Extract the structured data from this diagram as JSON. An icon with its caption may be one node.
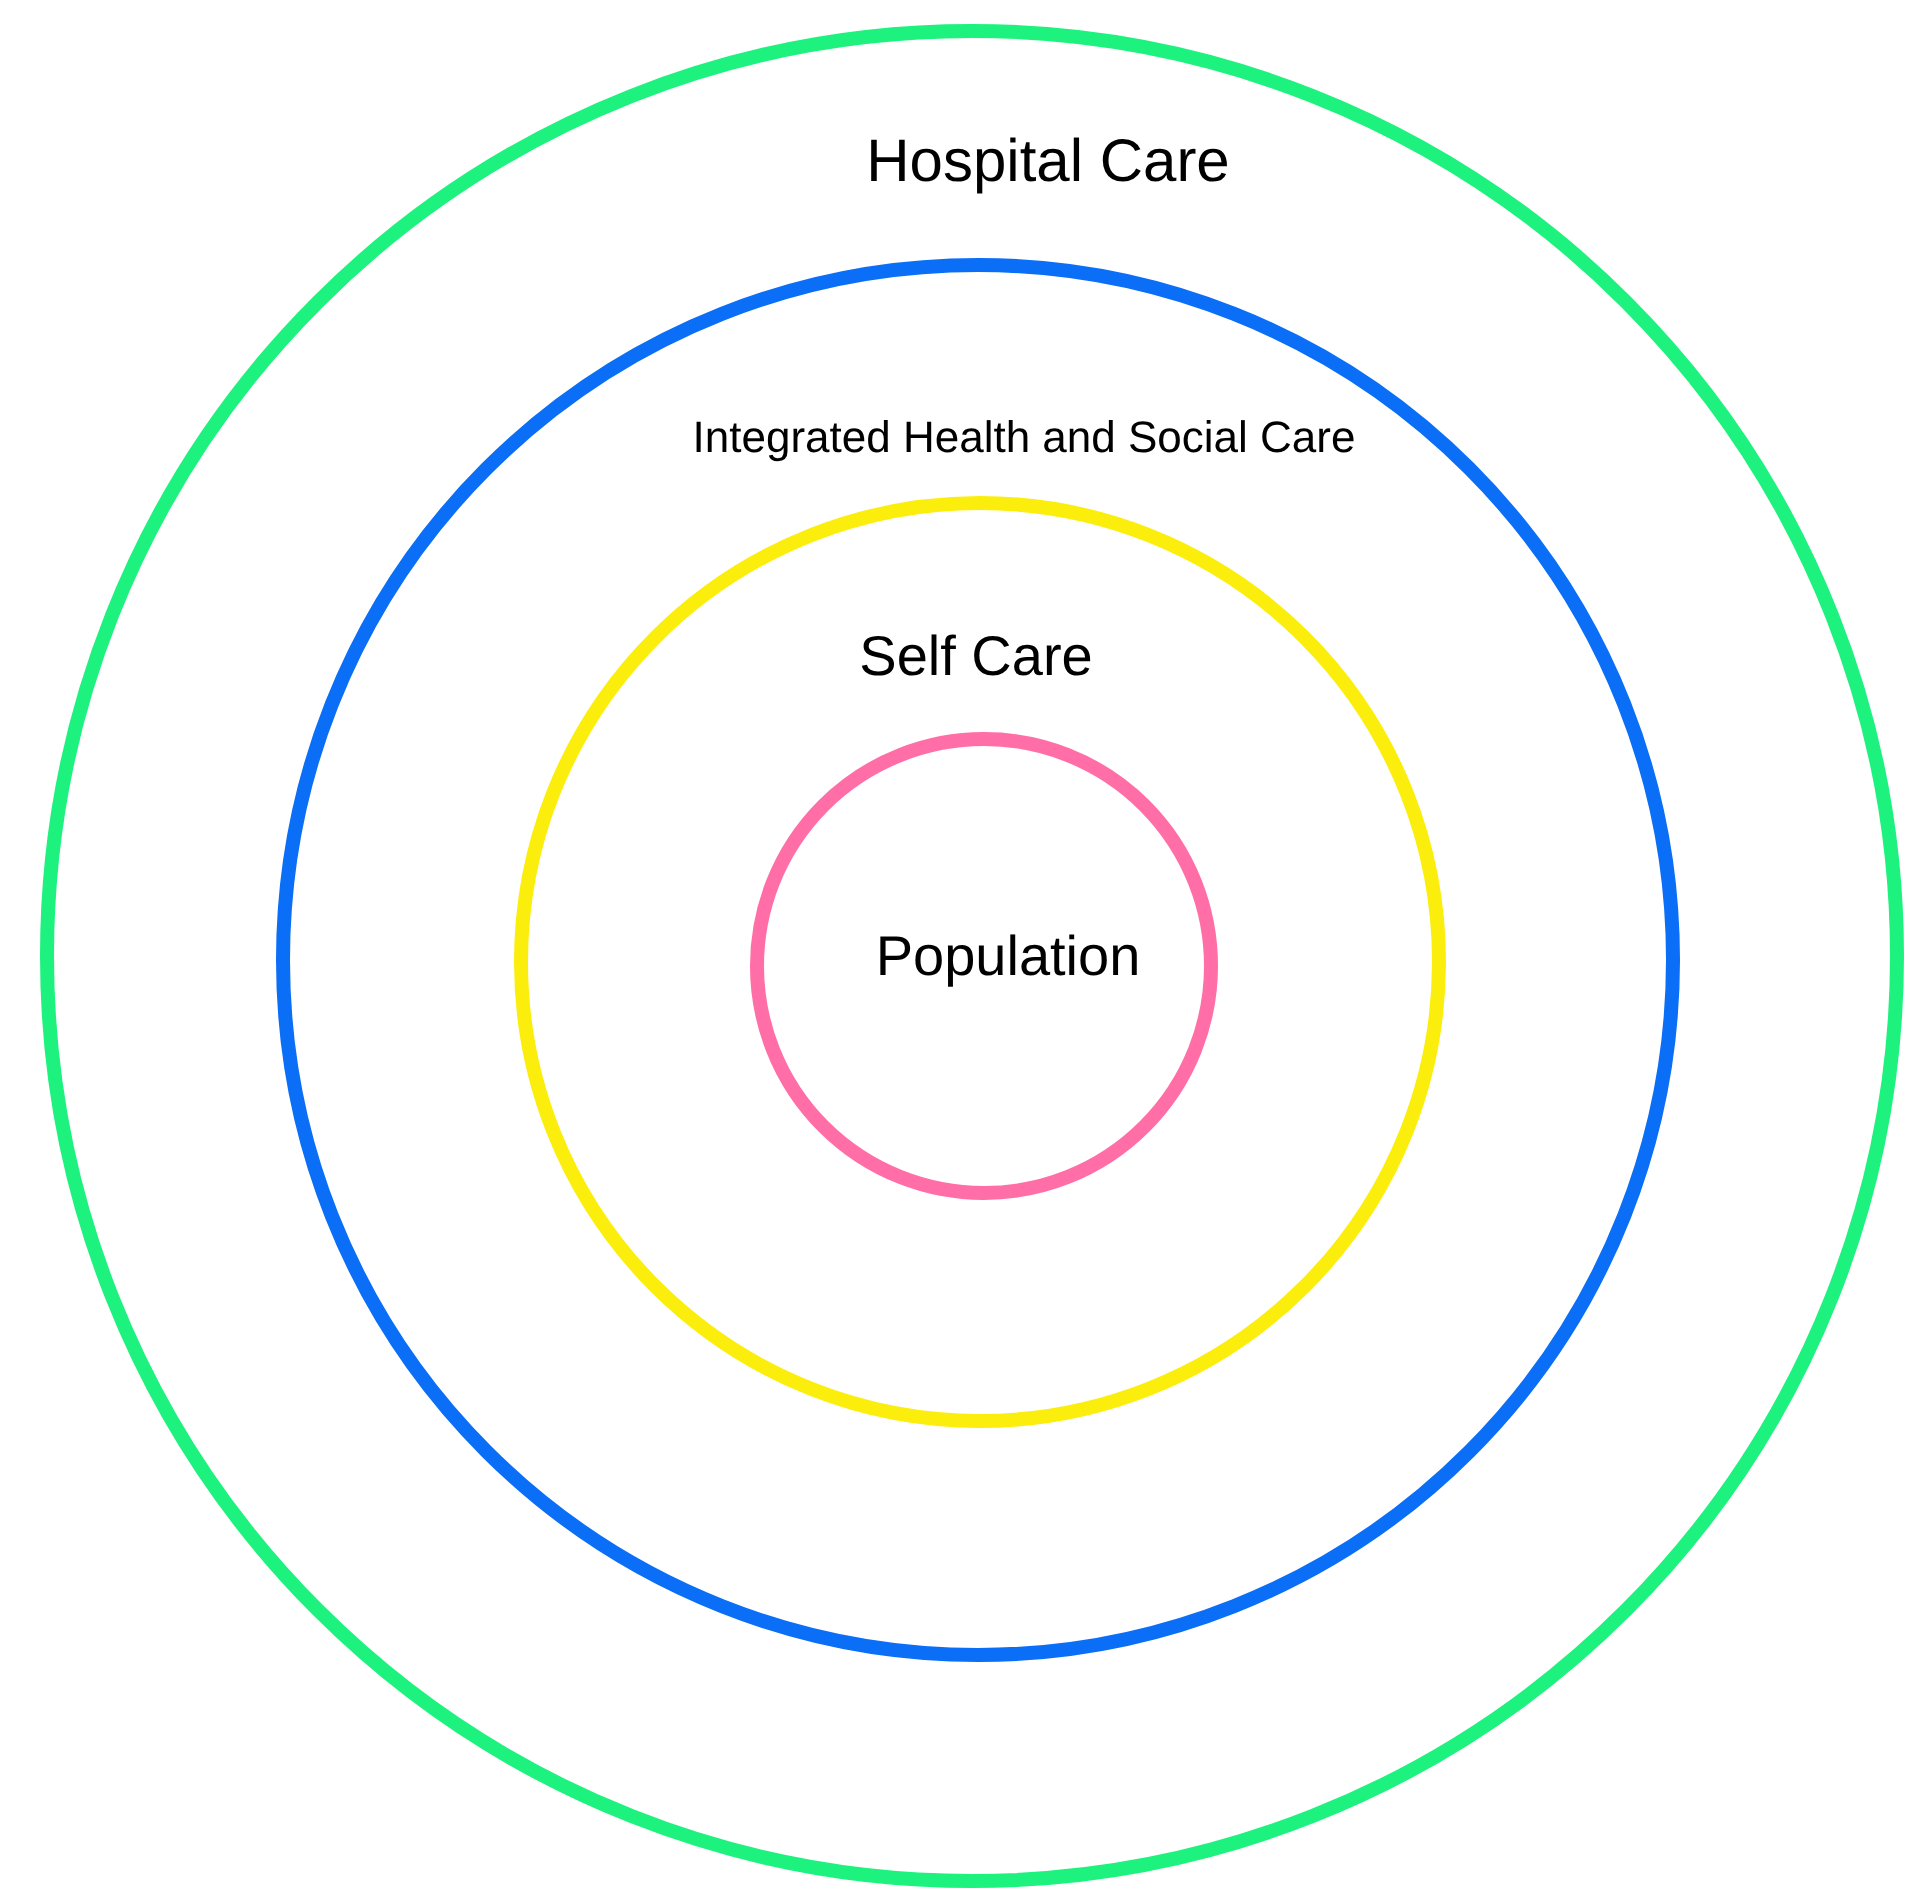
{
  "diagram": {
    "nodes": [
      {
        "text": [
          "Hospital Care"
        ]
      },
      {
        "text": [
          "Integrated Health and Social Care"
        ],
        "in": 0
      },
      {
        "text": [
          "Self Care"
        ],
        "in": 1
      },
      {
        "text": [
          "Population"
        ],
        "in": 2
      }
    ]
  }
}
